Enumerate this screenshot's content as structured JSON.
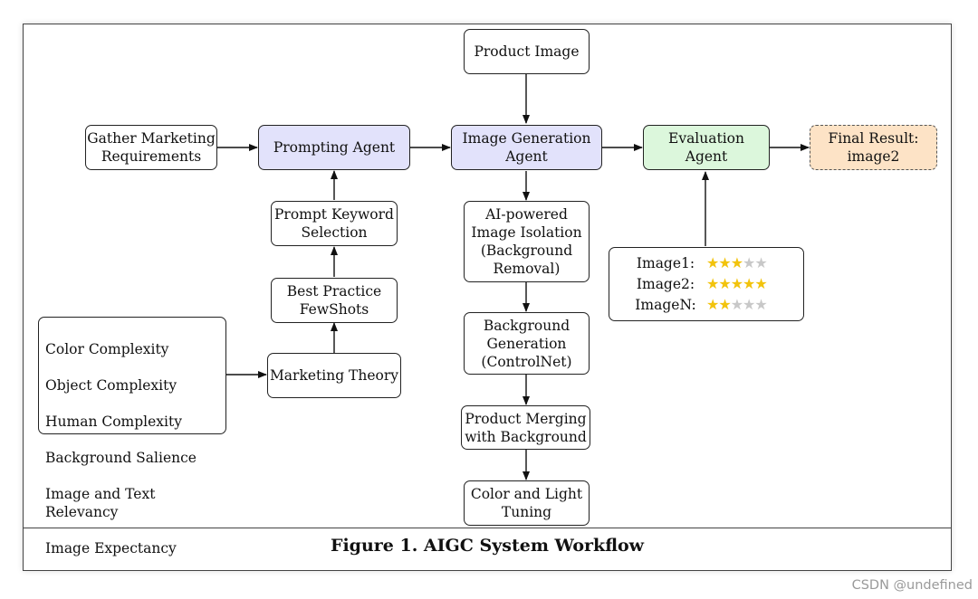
{
  "nodes": {
    "product_image": "Product Image",
    "gather_marketing": "Gather Marketing\nRequirements",
    "prompting_agent": "Prompting Agent",
    "image_generation_agent": "Image Generation\nAgent",
    "evaluation_agent": "Evaluation\nAgent",
    "final_result": "Final Result:\nimage2",
    "prompt_keyword": "Prompt Keyword\nSelection",
    "best_practice": "Best Practice\nFewShots",
    "marketing_theory": "Marketing Theory",
    "isolation": "AI-powered\nImage Isolation\n(Background\nRemoval)",
    "background_generation": "Background\nGeneration\n(ControlNet)",
    "product_merging": "Product Merging\nwith Background",
    "color_light": "Color and Light\nTuning"
  },
  "complexity_factors": [
    "Color Complexity",
    "Object Complexity",
    "Human Complexity",
    "Background Salience",
    "Image and Text Relevancy",
    "Image Expectancy"
  ],
  "ratings": [
    {
      "label": "Image1:",
      "stars": 3,
      "max": 5
    },
    {
      "label": "Image2:",
      "stars": 5,
      "max": 5
    },
    {
      "label": "ImageN:",
      "stars": 2,
      "max": 5
    }
  ],
  "caption": "Figure 1.  AIGC System Workflow",
  "watermark": "CSDN @undefined",
  "colors": {
    "agent_fill": "#e2e2fb",
    "evaluation_fill": "#dcf7dc",
    "final_fill": "#fde3c6",
    "star_on": "#f2c30c",
    "star_off": "#c8c8c8"
  }
}
